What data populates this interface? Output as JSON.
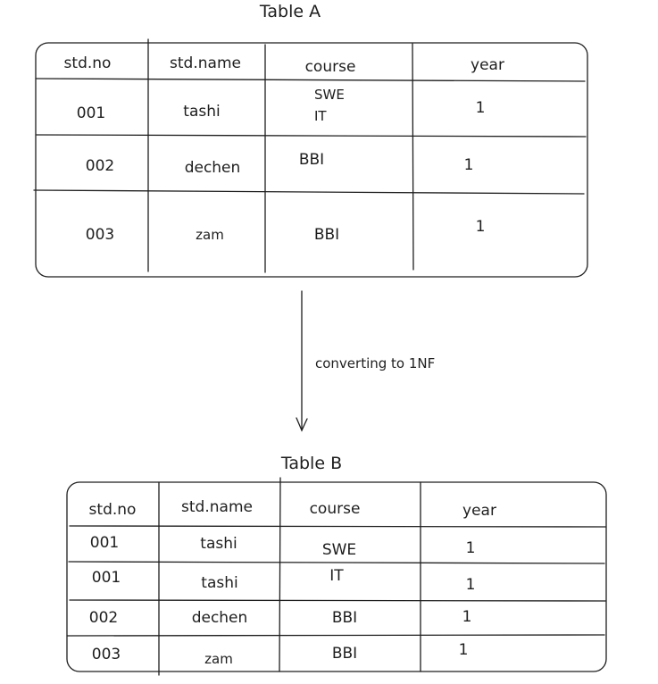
{
  "table_a": {
    "title": "Table A",
    "headers": [
      "std.no",
      "std.name",
      "course",
      "year"
    ],
    "rows": [
      {
        "std_no": "001",
        "std_name": "tashi",
        "course": [
          "SWE",
          "IT"
        ],
        "year": "1"
      },
      {
        "std_no": "002",
        "std_name": "dechen",
        "course": [
          "BBI"
        ],
        "year": "1"
      },
      {
        "std_no": "003",
        "std_name": "zam",
        "course": [
          "BBI"
        ],
        "year": "1"
      }
    ]
  },
  "arrow_label": "converting to 1NF",
  "table_b": {
    "title": "Table B",
    "headers": [
      "std.no",
      "std.name",
      "course",
      "year"
    ],
    "rows": [
      {
        "std_no": "001",
        "std_name": "tashi",
        "course": "SWE",
        "year": "1"
      },
      {
        "std_no": "001",
        "std_name": "tashi",
        "course": "IT",
        "year": "1"
      },
      {
        "std_no": "002",
        "std_name": "dechen",
        "course": "BBI",
        "year": "1"
      },
      {
        "std_no": "003",
        "std_name": "zam",
        "course": "BBI",
        "year": "1"
      }
    ]
  }
}
